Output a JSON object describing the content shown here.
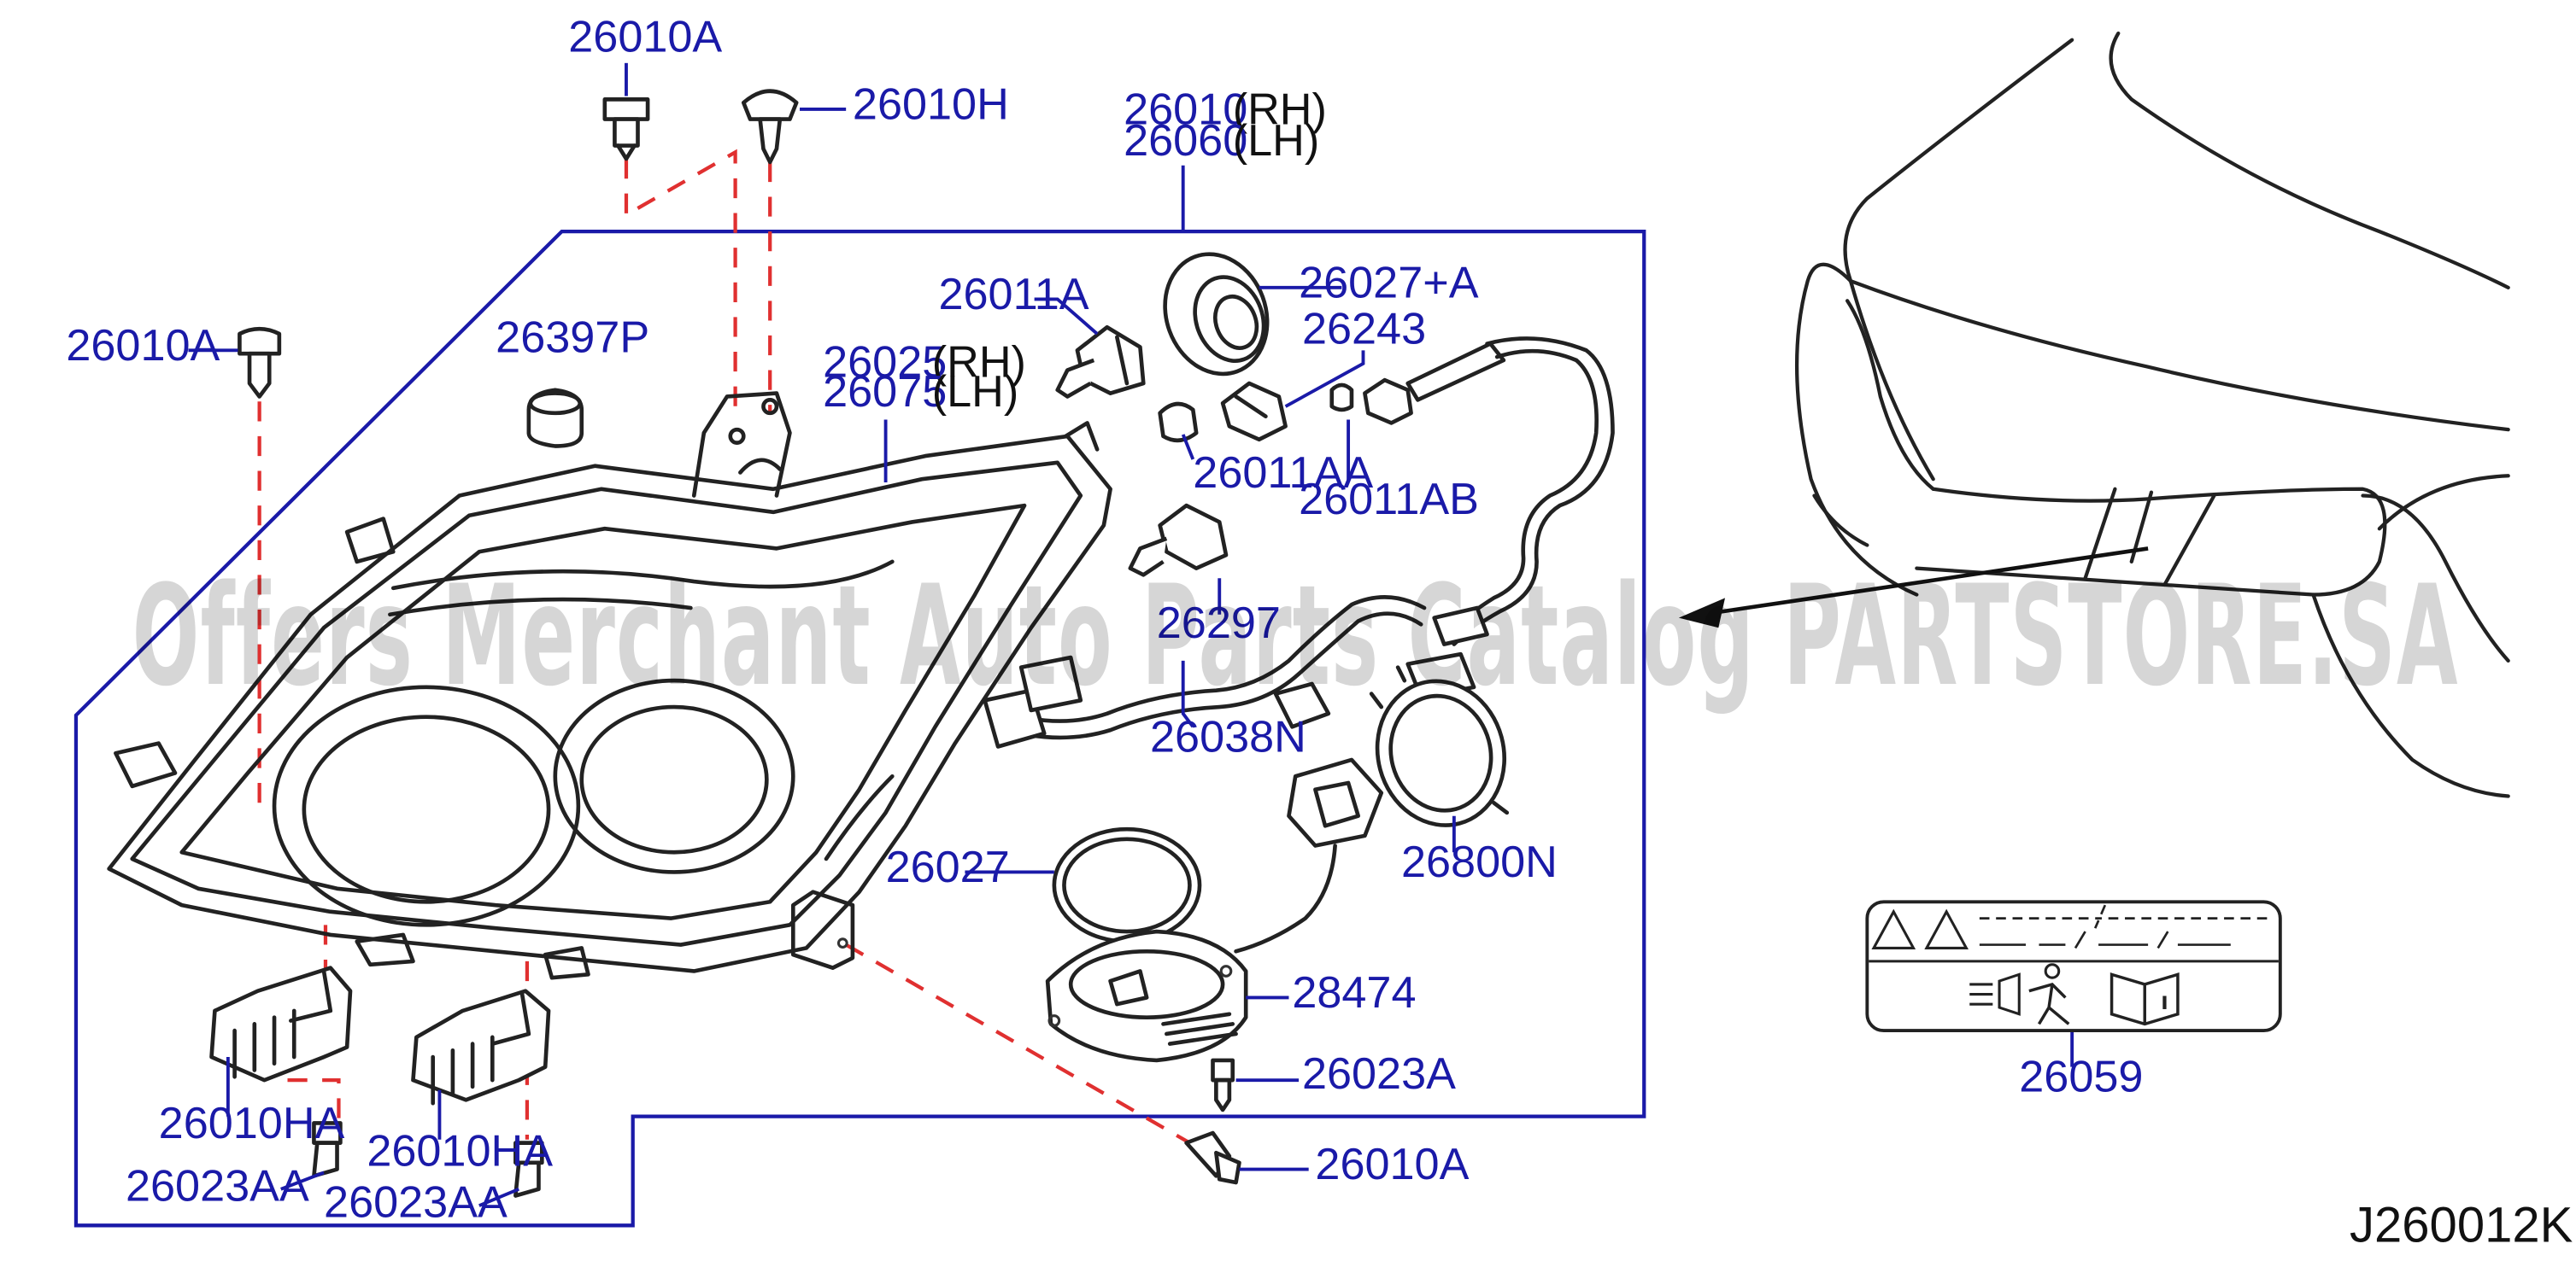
{
  "diagram": {
    "code": "J260012K",
    "watermark": "Offers Merchant Auto Parts Catalog PARTSTORE.SA",
    "colors": {
      "label": "#1a1aa8",
      "leader": "#1a1aa8",
      "dash": "#e03030",
      "line": "#222222"
    },
    "labels": {
      "p26010A_top": "26010A",
      "p26010H": "26010H",
      "p26010": "26010",
      "p26010_rh": "(RH)",
      "p26060": "26060",
      "p26060_lh": "(LH)",
      "p26010A_left": "26010A",
      "p26397P": "26397P",
      "p26025": "26025",
      "p26025_rh": "(RH)",
      "p26075": "26075",
      "p26075_lh": "(LH)",
      "p26011A": "26011A",
      "p26027A": "26027+A",
      "p26243": "26243",
      "p26011AA": "26011AA",
      "p26011AB": "26011AB",
      "p26297": "26297",
      "p26038N": "26038N",
      "p26027": "26027",
      "p26800N": "26800N",
      "p28474": "28474",
      "p26023A": "26023A",
      "p26010HA_left": "26010HA",
      "p26010HA_right": "26010HA",
      "p26023AA_left": "26023AA",
      "p26023AA_right": "26023AA",
      "p26010A_bottom": "26010A",
      "p26059": "26059"
    }
  }
}
